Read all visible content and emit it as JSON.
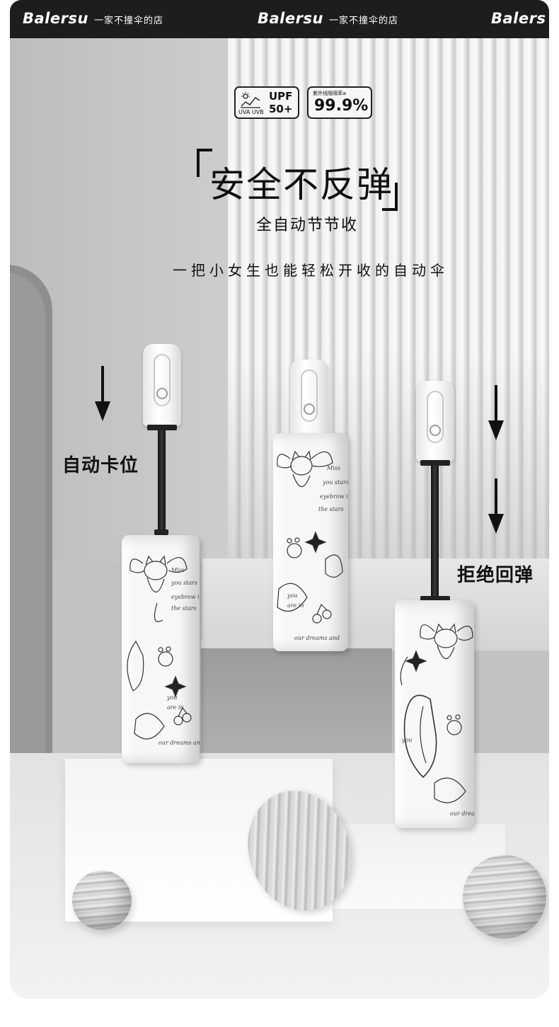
{
  "header": {
    "brand": "Balersu",
    "tagline": "一家不撞伞的店",
    "brand_cut": "Balers"
  },
  "badges": {
    "uv_label": "UVA UVB",
    "upf_line1": "UPF",
    "upf_line2": "50+",
    "block_label": "紫外线阻隔率≥",
    "block_value": "99.9%"
  },
  "headline": "安全不反弹",
  "subhead": "全自动节节收",
  "slogan": "一把小女生也能轻松开收的自动伞",
  "callouts": {
    "left": "自动卡位",
    "right": "拒绝回弹"
  },
  "sleeve_text": {
    "l1": "Miss",
    "l2": "you stars",
    "l3": "eyebrow in",
    "l4": "the stars",
    "l5": "you",
    "l6": "are in",
    "l7": "our dreams and"
  }
}
